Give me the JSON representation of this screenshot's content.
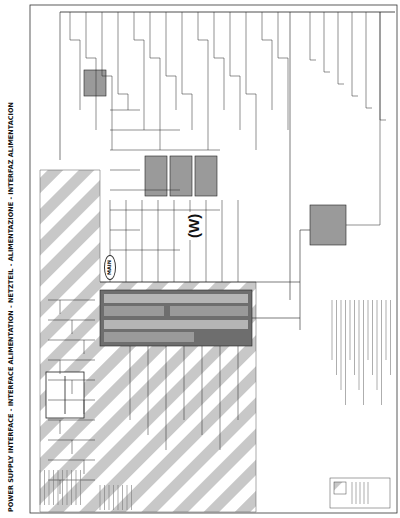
{
  "diagram": {
    "title": "POWER SUPPLY INTERFACE - INTERFACE ALIMENTATION - NETZTEIL - ALIMENTAZIONE - INTERFAZ ALIMENTACION",
    "labels": [
      "(W)",
      "MAIN"
    ]
  }
}
